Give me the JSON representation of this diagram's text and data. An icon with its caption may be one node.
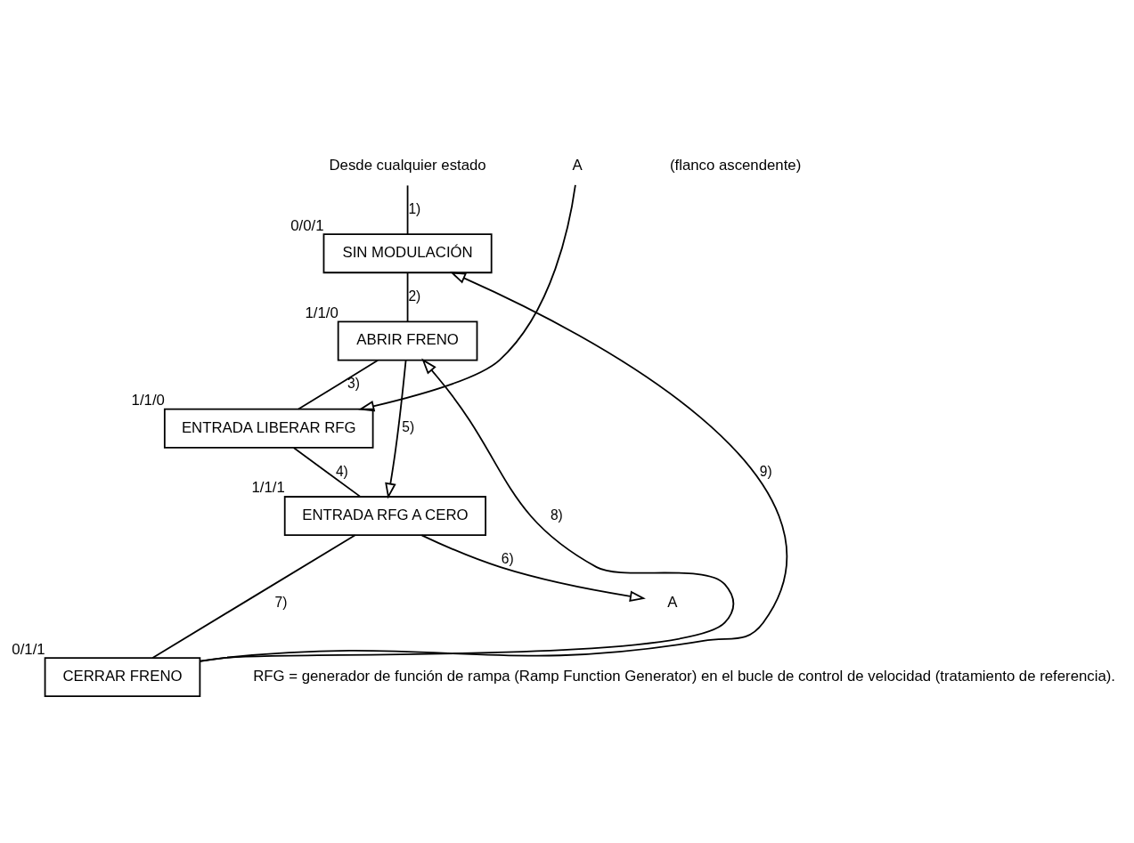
{
  "diagram": {
    "nodes": [
      {
        "text": [
          "Desde cualquier estado"
        ]
      },
      {
        "text": [
          "SIN MODULACIÓN"
        ],
        "beside": [
          "0/0/1"
        ]
      },
      {
        "text": [
          "ABRIR FRENO"
        ],
        "beside": [
          "1/1/0"
        ]
      },
      {
        "text": [
          "ENTRADA LIBERAR RFG"
        ],
        "beside": [
          "1/1/0"
        ]
      },
      {
        "text": [
          "ENTRADA RFG A CERO"
        ],
        "beside": [
          "1/1/1"
        ]
      },
      {
        "text": [
          "CERRAR FRENO"
        ],
        "beside": [
          "0/1/1"
        ]
      },
      {
        "text": [
          "A"
        ]
      },
      {
        "text": [
          "A"
        ]
      }
    ],
    "edges": [
      {
        "from": 0,
        "to": 1,
        "label": "1)",
        "arrow": "none"
      },
      {
        "from": 1,
        "to": 2,
        "label": "2)",
        "arrow": "none"
      },
      {
        "from": 2,
        "to": 3,
        "label": "3)",
        "arrow": "none"
      },
      {
        "from": 7,
        "to": 3,
        "arrow": "to"
      },
      {
        "from": 2,
        "to": 4,
        "label": "5)",
        "arrow": "to"
      },
      {
        "from": 3,
        "to": 4,
        "label": "4)",
        "arrow": "none"
      },
      {
        "from": 4,
        "to": 5,
        "label": "7)",
        "arrow": "none"
      },
      {
        "from": 4,
        "to": 6,
        "label": "6)",
        "arrow": "to"
      },
      {
        "from": 5,
        "to": 2,
        "label": "8)",
        "arrow": "to"
      },
      {
        "from": 5,
        "to": 1,
        "label": "9)",
        "arrow": "to"
      }
    ],
    "labels": [
      "(flanco ascendente)",
      "RFG = generador de función de rampa (Ramp Function Generator) en el bucle de control de velocidad (tratamiento de referencia)."
    ]
  }
}
